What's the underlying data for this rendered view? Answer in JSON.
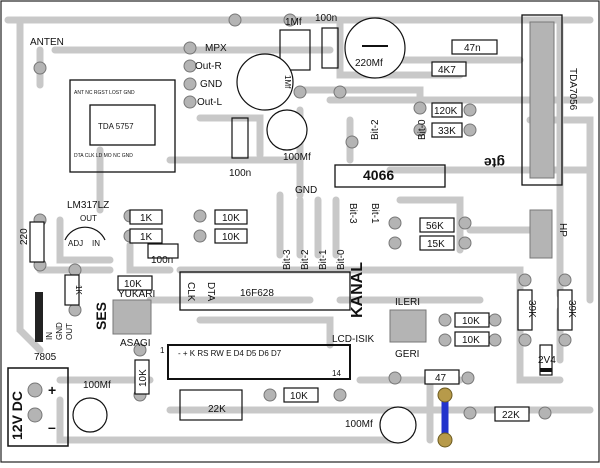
{
  "board": {
    "labels": {
      "anten": "ANTEN",
      "mpx": "MPX",
      "out_r": "Out-R",
      "gnd": "GND",
      "out_l": "Out-L",
      "cap_1mf": "1Mf",
      "cap_100n_top": "100n",
      "cap_220mf": "220Mf",
      "res_47n": "47n",
      "res_4k7": "4K7",
      "tda7056": "TDA7056",
      "cap_1mf_b": "1Mf",
      "res_120k": "120K",
      "res_33k": "33K",
      "cap_100mf_mid": "100Mf",
      "cap_100n_mid": "100n",
      "bit2": "Bit-2",
      "bit0": "Bit-0",
      "ic_4066": "4066",
      "gnd_mid": "GND",
      "bit3": "Bit-3",
      "bit1": "Bit-1",
      "lm317": "LM317LZ",
      "lm_out": "OUT",
      "lm_adj": "ADJ",
      "lm_in": "IN",
      "res_1k_a": "1K",
      "res_10k_a": "10K",
      "res_1k_b": "1K",
      "res_10k_b": "10K",
      "res_220": "220",
      "cap_100n_c": "100n",
      "res_56k": "56K",
      "res_15k": "15K",
      "hp": "HP",
      "bit_3b": "Bit-3",
      "bit_2b": "Bit-2",
      "bit_1b": "Bit-1",
      "bit_0b": "Bit-0",
      "res_1k_c": "1K",
      "res_10k_c": "10K",
      "yukari": "YUKARI",
      "ses": "SES",
      "asagi": "ASAGI",
      "clk": "CLK",
      "dta": "DTA",
      "pic": "16F628",
      "kanal": "KANAL",
      "ileri": "ILERI",
      "geri": "GERI",
      "res_10k_d": "10K",
      "res_10k_e": "10K",
      "res_39k_a": "39K",
      "res_39k_b": "39K",
      "reg_7805": "7805",
      "reg_in": "IN",
      "reg_gnd": "GND",
      "reg_out": "OUT",
      "lcd_isik": "LCD-ISIK",
      "lcd_pins": "- + K RS RW E D4 D5 D6 D7",
      "lcd_1": "1",
      "lcd_14": "14",
      "res_47": "47",
      "v_2v4": "2V4",
      "dc_12v": "12V DC",
      "plus": "+",
      "minus": "–",
      "cap_100mf_l": "100Mf",
      "res_10k_f": "10K",
      "pot_22k": "22K",
      "res_10k_g": "10K",
      "cap_100mf_b": "100Mf",
      "res_22k": "22K",
      "tda5757": "TDA 5757",
      "fm_pins_top": "ANT NC RGST LOST GND",
      "fm_pins_bot": "DTA CLK LD MO NC GND",
      "gte": "gte"
    },
    "colors": {
      "track": "#c8c8c8",
      "pad": "#b4b4b4",
      "outline": "#111111",
      "jumper": "#2233cc",
      "jumper_pad": "#b79a4a"
    }
  }
}
